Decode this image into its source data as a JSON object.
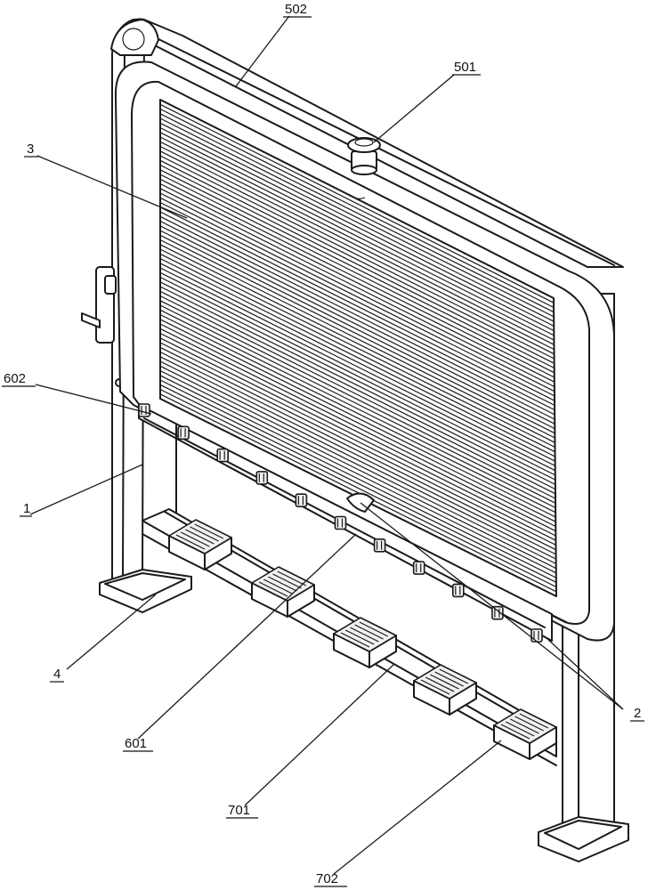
{
  "labels": {
    "l502": "502",
    "l501": "501",
    "l3": "3",
    "l602": "602",
    "l1": "1",
    "l4": "4",
    "l601": "601",
    "l2": "2",
    "l701": "701",
    "l702": "702"
  },
  "colors": {
    "line": "#1a1a1a",
    "background": "#ffffff"
  }
}
